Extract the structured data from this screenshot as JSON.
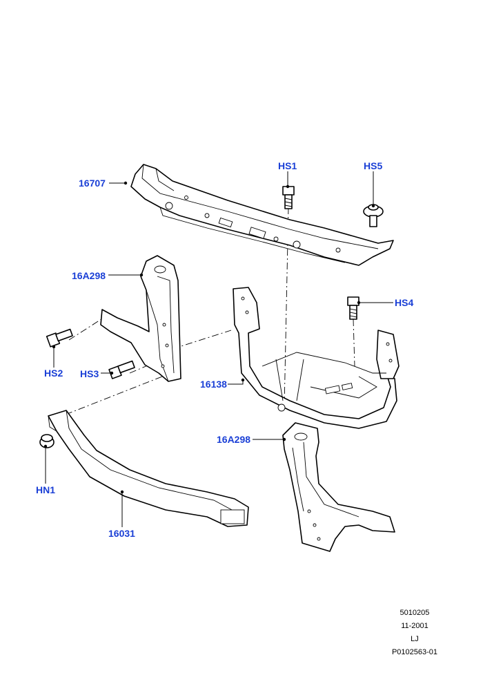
{
  "colors": {
    "callout": "#1a3fd6",
    "line": "#000000",
    "background": "#ffffff"
  },
  "callouts": {
    "c16707": "16707",
    "hs1": "HS1",
    "hs5": "HS5",
    "c16a298_upper": "16A298",
    "hs4": "HS4",
    "hs2": "HS2",
    "hs3": "HS3",
    "c16138": "16138",
    "c16a298_lower": "16A298",
    "hn1": "HN1",
    "c16031": "16031"
  },
  "reference": {
    "code": "5010205",
    "date": "11-2001",
    "initials": "LJ",
    "illustration_id": "P0102563-01"
  }
}
